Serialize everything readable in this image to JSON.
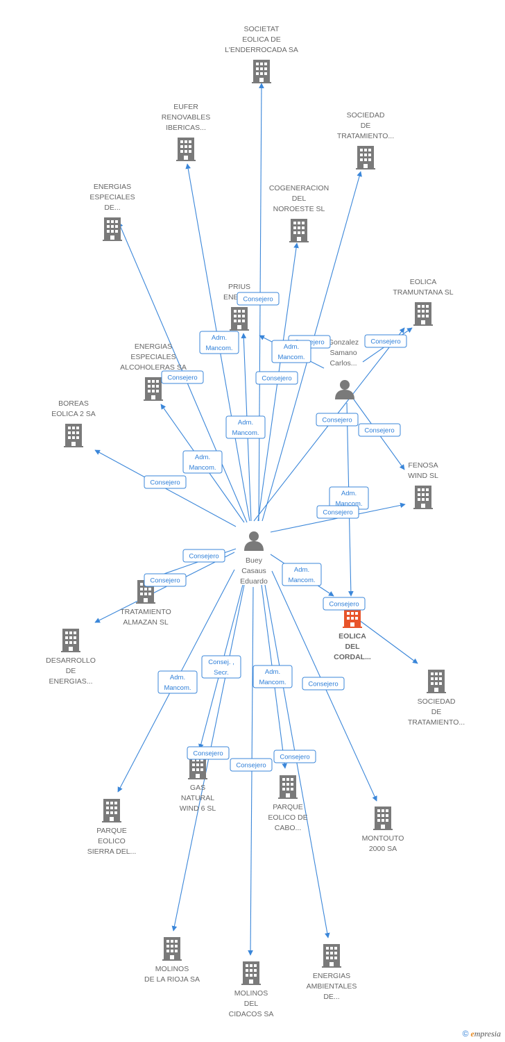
{
  "colors": {
    "edge": "#3a86d9",
    "building": "#7a7a7a",
    "focus_building": "#e8542a",
    "person": "#7a7a7a"
  },
  "nodes": [
    {
      "id": "societat",
      "type": "company",
      "label": [
        "SOCIETAT",
        "EOLICA DE",
        "L'ENDERROCADA SA"
      ]
    },
    {
      "id": "eufer",
      "type": "company",
      "label": [
        "EUFER",
        "RENOVABLES",
        "IBERICAS..."
      ]
    },
    {
      "id": "soc_trat1",
      "type": "company",
      "label": [
        "SOCIEDAD",
        "DE",
        "TRATAMIENTO..."
      ]
    },
    {
      "id": "energias_esp1",
      "type": "company",
      "label": [
        "ENERGIAS",
        "ESPECIALES",
        "DE..."
      ]
    },
    {
      "id": "cogeneracion",
      "type": "company",
      "label": [
        "COGENERACION",
        "DEL",
        "NOROESTE SL"
      ]
    },
    {
      "id": "prius",
      "type": "company",
      "label": [
        "PRIUS",
        "ENERG..."
      ]
    },
    {
      "id": "eolica_tram",
      "type": "company",
      "label": [
        "EOLICA",
        "TRAMUNTANA SL"
      ]
    },
    {
      "id": "energias_alc",
      "type": "company",
      "label": [
        "ENERGIAS",
        "ESPECIALES",
        "ALCOHOLERAS SA"
      ]
    },
    {
      "id": "gonzalez",
      "type": "person",
      "label": [
        "Gonzalez",
        "Samano",
        "Carlos..."
      ]
    },
    {
      "id": "boreas",
      "type": "company",
      "label": [
        "BOREAS",
        "EOLICA 2 SA"
      ]
    },
    {
      "id": "fenosa",
      "type": "company",
      "label": [
        "FENOSA",
        "WIND  SL"
      ]
    },
    {
      "id": "buey",
      "type": "person",
      "label": [
        "Buey",
        "Casaus",
        "Eduardo"
      ]
    },
    {
      "id": "trat_almazan",
      "type": "company",
      "label": [
        "TRATAMIENTO",
        "ALMAZAN SL"
      ]
    },
    {
      "id": "eolica_cordal",
      "type": "focus",
      "label": [
        "EOLICA",
        "DEL",
        "CORDAL..."
      ]
    },
    {
      "id": "desarrollo",
      "type": "company",
      "label": [
        "DESARROLLO",
        "DE",
        "ENERGIAS..."
      ]
    },
    {
      "id": "soc_trat2",
      "type": "company",
      "label": [
        "SOCIEDAD",
        "DE",
        "TRATAMIENTO..."
      ]
    },
    {
      "id": "gas_natural",
      "type": "company",
      "label": [
        "GAS",
        "NATURAL",
        "WIND 6 SL"
      ]
    },
    {
      "id": "parque_cabo",
      "type": "company",
      "label": [
        "PARQUE",
        "EOLICO DE",
        "CABO..."
      ]
    },
    {
      "id": "parque_sierra",
      "type": "company",
      "label": [
        "PARQUE",
        "EOLICO",
        "SIERRA DEL..."
      ]
    },
    {
      "id": "montouto",
      "type": "company",
      "label": [
        "MONTOUTO",
        "2000 SA"
      ]
    },
    {
      "id": "molinos_rioja",
      "type": "company",
      "label": [
        "MOLINOS",
        "DE LA RIOJA SA"
      ]
    },
    {
      "id": "molinos_cidacos",
      "type": "company",
      "label": [
        "MOLINOS",
        "DEL",
        "CIDACOS SA"
      ]
    },
    {
      "id": "energias_amb",
      "type": "company",
      "label": [
        "ENERGIAS",
        "AMBIENTALES",
        "DE..."
      ]
    }
  ],
  "edges": [
    {
      "from": "buey",
      "to": "societat",
      "label": [
        "Consejero"
      ]
    },
    {
      "from": "buey",
      "to": "eufer",
      "label": [
        "Adm.",
        "Mancom."
      ]
    },
    {
      "from": "buey",
      "to": "soc_trat1",
      "label": [
        "Consejero"
      ]
    },
    {
      "from": "buey",
      "to": "energias_esp1",
      "label": [
        "Consejero"
      ]
    },
    {
      "from": "buey",
      "to": "cogeneracion",
      "label": [
        "Consejero"
      ]
    },
    {
      "from": "buey",
      "to": "prius",
      "label": [
        "Adm.",
        "Mancom."
      ]
    },
    {
      "from": "gonzalez",
      "to": "prius",
      "label": [
        "Adm.",
        "Mancom."
      ]
    },
    {
      "from": "gonzalez",
      "to": "eolica_tram",
      "label": [
        "Consejero"
      ]
    },
    {
      "from": "buey",
      "to": "energias_alc",
      "label": [
        "Adm.",
        "Mancom."
      ]
    },
    {
      "from": "buey",
      "to": "boreas",
      "label": [
        "Consejero"
      ]
    },
    {
      "from": "buey",
      "to": "eolica_tram",
      "label": [
        "Consejero"
      ]
    },
    {
      "from": "gonzalez",
      "to": "fenosa",
      "label": [
        "Consejero"
      ]
    },
    {
      "from": "gonzalez",
      "to": "eolica_cordal",
      "label": [
        "Adm.",
        "Mancom."
      ]
    },
    {
      "from": "buey",
      "to": "fenosa",
      "label": [
        "Consejero"
      ]
    },
    {
      "from": "buey",
      "to": "trat_almazan",
      "label": [
        "Consejero"
      ]
    },
    {
      "from": "buey",
      "to": "desarrollo",
      "label": [
        "Consejero"
      ]
    },
    {
      "from": "buey",
      "to": "eolica_cordal",
      "label": [
        "Adm.",
        "Mancom."
      ]
    },
    {
      "from": "eolica_cordal",
      "to": "soc_trat2",
      "label": [
        "Consejero"
      ]
    },
    {
      "from": "buey",
      "to": "parque_sierra",
      "label": [
        "Adm.",
        "Mancom."
      ]
    },
    {
      "from": "buey",
      "to": "gas_natural",
      "label": [
        "Consej. ,",
        "Secr."
      ]
    },
    {
      "from": "buey",
      "to": "parque_cabo",
      "label": [
        "Adm.",
        "Mancom."
      ]
    },
    {
      "from": "buey",
      "to": "montouto",
      "label": [
        "Consejero"
      ]
    },
    {
      "from": "buey",
      "to": "molinos_rioja",
      "label": [
        "Consejero"
      ]
    },
    {
      "from": "buey",
      "to": "molinos_cidacos",
      "label": [
        "Consejero"
      ]
    },
    {
      "from": "buey",
      "to": "energias_amb",
      "label": [
        "Consejero"
      ]
    }
  ],
  "watermark": {
    "copyright": "©",
    "brand_initial": "e",
    "brand_rest": "mpresia"
  }
}
